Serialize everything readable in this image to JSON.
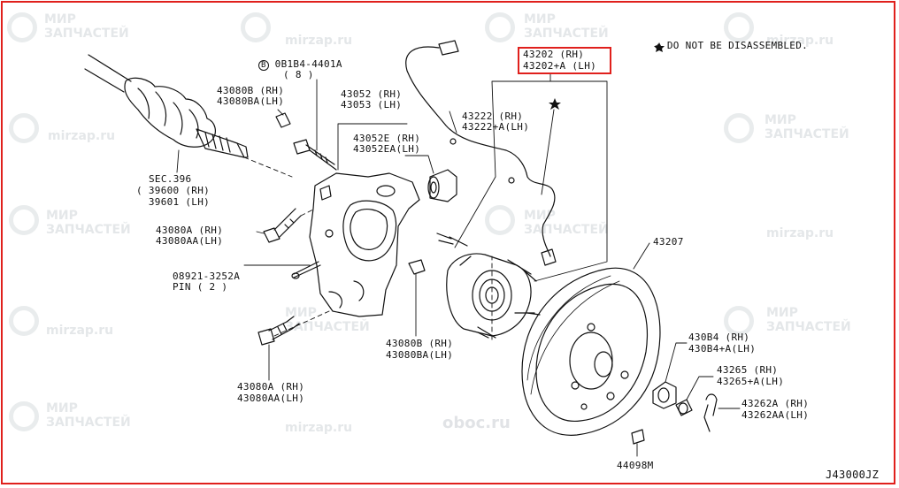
{
  "note": "DO NOT BE DISASSEMBLED.",
  "diagram_code": "J43000JZ",
  "highlighted_part": {
    "rh": "43202 (RH)",
    "lh": "43202+A (LH)"
  },
  "labels": {
    "bolt_0B1B4": {
      "l1": "0B1B4-4401A",
      "l2": "( 8 )",
      "prefix": "B"
    },
    "p43080B_top": {
      "l1": "43080B (RH)",
      "l2": "43080BA(LH)"
    },
    "knuckle": {
      "l1": "43052 (RH)",
      "l2": "43053 (LH)"
    },
    "bushing": {
      "l1": "43052E (RH)",
      "l2": "43052EA(LH)"
    },
    "sensor": {
      "l1": "43222 (RH)",
      "l2": "43222+A(LH)"
    },
    "sec396": {
      "l1": "SEC.396",
      "l2": "( 39600 (RH)",
      "l3": "  39601 (LH)"
    },
    "p43080A_left": {
      "l1": "43080A (RH)",
      "l2": "43080AA(LH)"
    },
    "pin": {
      "l1": "08921-3252A",
      "l2": "PIN ( 2 )"
    },
    "p43080B_mid": {
      "l1": "43080B (RH)",
      "l2": "43080BA(LH)"
    },
    "p43080A_bot": {
      "l1": "43080A (RH)",
      "l2": "43080AA(LH)"
    },
    "rotor": {
      "l1": "43207"
    },
    "nut": {
      "l1": "430B4 (RH)",
      "l2": "430B4+A(LH)"
    },
    "cap": {
      "l1": "43265 (RH)",
      "l2": "43265+A(LH)"
    },
    "cotter": {
      "l1": "43262A (RH)",
      "l2": "43262AA(LH)"
    },
    "plug": {
      "l1": "44098M"
    }
  },
  "watermarks": {
    "brand": "МИР\nЗАПЧАСТЕЙ",
    "site": "mirzap.ru",
    "corner": "oboc.ru"
  }
}
